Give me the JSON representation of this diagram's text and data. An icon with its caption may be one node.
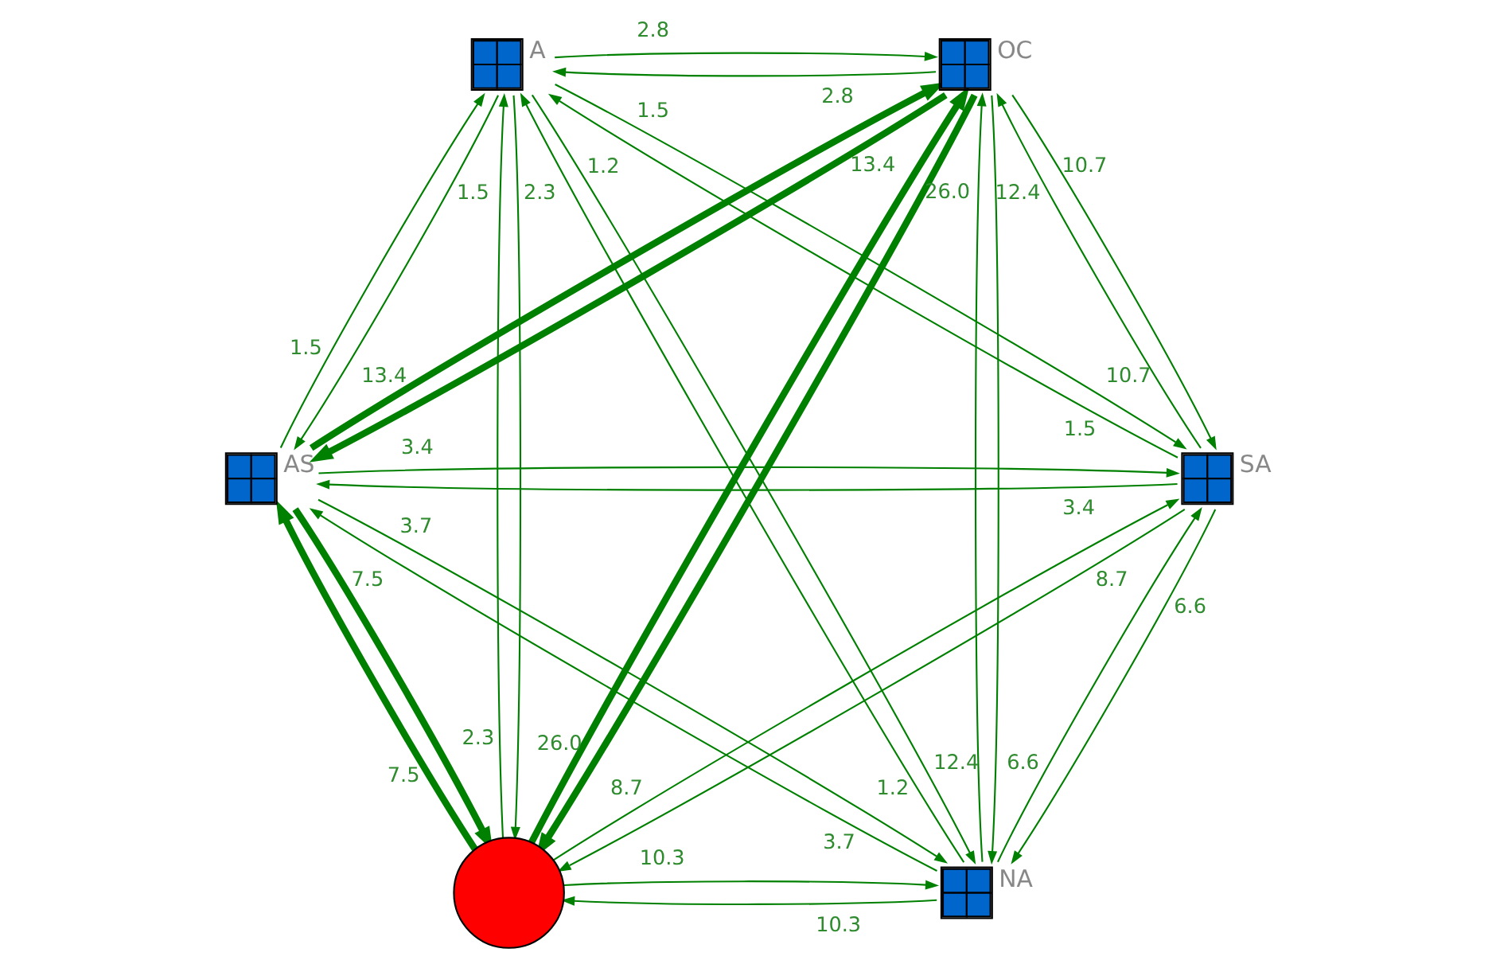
{
  "diagram": {
    "nodes": [
      {
        "text": [
          "NA"
        ]
      },
      {
        "text": [
          "SA"
        ]
      },
      {
        "text": [
          "AS"
        ]
      },
      {
        "text": [
          "A"
        ]
      },
      {
        "text": [
          "OC"
        ]
      },
      {
        "text": [],
        "shape": "circle"
      }
    ],
    "edges": [
      {
        "from": 1,
        "to": 0,
        "arrow": "to",
        "label": "6.6"
      },
      {
        "from": 0,
        "to": 1,
        "arrow": "to",
        "label": "6.6"
      },
      {
        "from": 2,
        "to": 0,
        "arrow": "to",
        "label": "3.7"
      },
      {
        "from": 0,
        "to": 2,
        "arrow": "to",
        "label": "3.7"
      },
      {
        "from": 3,
        "to": 0,
        "arrow": "to",
        "label": "1.2"
      },
      {
        "from": 0,
        "to": 3,
        "arrow": "to",
        "label": "1.2"
      },
      {
        "from": 4,
        "to": 0,
        "arrow": "to",
        "label": "12.4"
      },
      {
        "from": 0,
        "to": 4,
        "arrow": "to",
        "label": "12.4"
      },
      {
        "from": 5,
        "to": 0,
        "arrow": "to",
        "label": "10.3"
      },
      {
        "from": 0,
        "to": 5,
        "arrow": "to",
        "label": "10.3"
      },
      {
        "from": 2,
        "to": 1,
        "arrow": "to",
        "label": "3.4"
      },
      {
        "from": 1,
        "to": 2,
        "arrow": "to",
        "label": "3.4"
      },
      {
        "from": 3,
        "to": 1,
        "arrow": "to",
        "label": "1.5"
      },
      {
        "from": 1,
        "to": 3,
        "arrow": "to",
        "label": "1.5"
      },
      {
        "from": 4,
        "to": 1,
        "arrow": "to",
        "label": "10.7"
      },
      {
        "from": 1,
        "to": 4,
        "arrow": "to",
        "label": "10.7"
      },
      {
        "from": 5,
        "to": 1,
        "arrow": "to",
        "label": "8.7"
      },
      {
        "from": 1,
        "to": 5,
        "arrow": "to",
        "label": "8.7"
      },
      {
        "from": 3,
        "to": 2,
        "arrow": "to",
        "label": "1.5"
      },
      {
        "from": 2,
        "to": 3,
        "arrow": "to",
        "label": "1.5"
      },
      {
        "from": 4,
        "to": 2,
        "arrow": "to",
        "label": "13.4",
        "style": "thick"
      },
      {
        "from": 2,
        "to": 4,
        "arrow": "to",
        "label": "13.4",
        "style": "thick"
      },
      {
        "from": 5,
        "to": 2,
        "arrow": "to",
        "label": "7.5",
        "style": "thick"
      },
      {
        "from": 2,
        "to": 5,
        "arrow": "to",
        "label": "7.5",
        "style": "thick"
      },
      {
        "from": 4,
        "to": 3,
        "arrow": "to",
        "label": "2.8"
      },
      {
        "from": 3,
        "to": 4,
        "arrow": "to",
        "label": "2.8"
      },
      {
        "from": 5,
        "to": 3,
        "arrow": "to",
        "label": "2.3"
      },
      {
        "from": 3,
        "to": 5,
        "arrow": "to",
        "label": "2.3"
      },
      {
        "from": 5,
        "to": 4,
        "arrow": "to",
        "label": "26.0",
        "style": "thick"
      },
      {
        "from": 4,
        "to": 5,
        "arrow": "to",
        "label": "26.0",
        "style": "thick"
      }
    ]
  }
}
